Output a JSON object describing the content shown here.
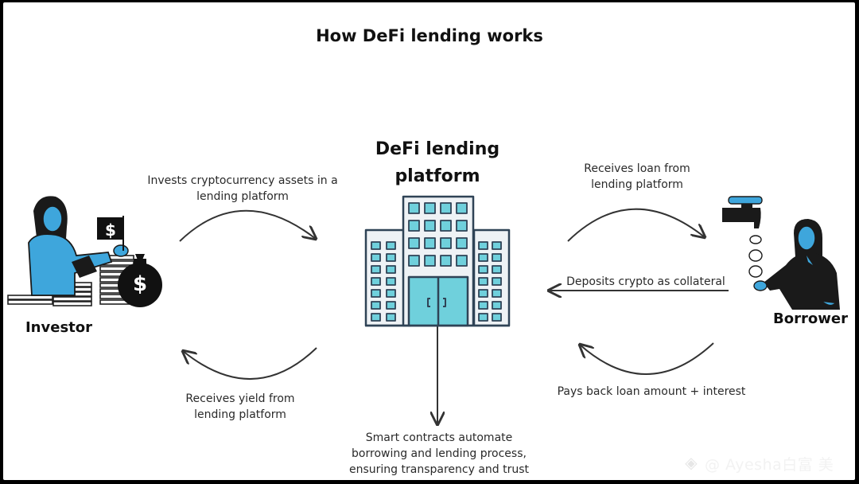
{
  "diagram": {
    "title": "How DeFi lending works",
    "platform_label": "DeFi lending platform",
    "investor_label": "Investor",
    "borrower_label": "Borrower",
    "flows": {
      "invest": "Invests cryptocurrency assets in a lending platform",
      "yield": "Receives yield from lending platform",
      "loan": "Receives loan from lending platform",
      "collateral": "Deposits crypto as collateral",
      "repay": "Pays back loan amount + interest",
      "smart_contracts": "Smart contracts automate borrowing and lending process, ensuring transparency and trust"
    },
    "currency_symbol": "$",
    "watermark": "@ Ayesha白富 美"
  },
  "colors": {
    "accent_blue": "#3ea6dc",
    "building_fill": "#eef2f5",
    "window_teal": "#6fd0dc",
    "outline": "#2f4356"
  }
}
